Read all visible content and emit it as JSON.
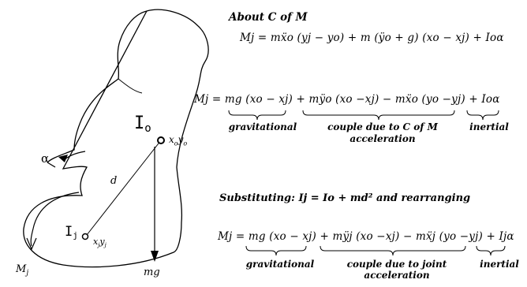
{
  "figure": {
    "label_Io": "I",
    "label_Io_sub": "o",
    "label_xoyo": "x",
    "label_Ij": "I",
    "label_Ij_sub": "j",
    "label_xjyj": "x",
    "label_alpha": "α",
    "label_d": "d",
    "label_Mj": "M",
    "label_Mj_sub": "j",
    "label_mg": "mg"
  },
  "text": {
    "about": "About C of M",
    "eq1": "Mj = mẍo (yj − yo) + m (ÿo + g) (xo − xj) + Ioα",
    "eq2": "Mj = mg (xo − xj) + mÿo (xo −xj) − mẍo (yo −yj) + Ioα",
    "eq2_labels": {
      "gravitational": "gravitational",
      "couple": "couple due to C of M",
      "couple2": "acceleration",
      "inertial": "inertial"
    },
    "substituting": "Substituting:  Ij = Io + md² and rearranging",
    "eq3": "Mj = mg (xo − xj) + mÿj (xo −xj) − mẍj (yo −yj) + Ijα",
    "eq3_labels": {
      "gravitational": "gravitational",
      "couple": "couple due to joint",
      "couple2": "acceleration",
      "inertial": "inertial"
    }
  }
}
